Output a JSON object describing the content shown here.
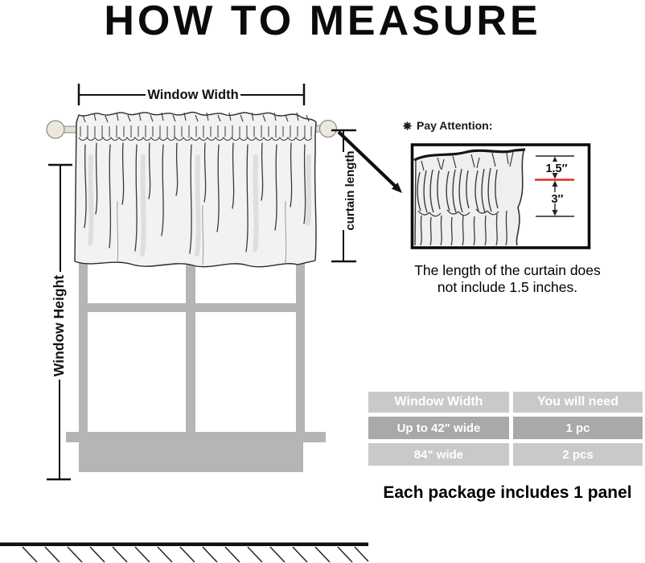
{
  "page": {
    "title": "HOW TO MEASURE"
  },
  "measurements": {
    "window_width_label": "Window Width",
    "window_height_label": "Window Height",
    "curtain_length_label": "curtain length"
  },
  "attention": {
    "icon": "star-asterisk",
    "label": "Pay Attention:",
    "upper_measure": "1.5″",
    "lower_measure": "3″",
    "caption_line1": "The length of the curtain does",
    "caption_line2": "not include 1.5 inches."
  },
  "sizing_table": {
    "col1_header": "Window Width",
    "col2_header": "You will need",
    "rows": [
      {
        "width": "Up to 42\" wide",
        "qty": "1 pc"
      },
      {
        "width": "84\" wide",
        "qty": "2 pcs"
      }
    ]
  },
  "footer": {
    "note": "Each package includes 1 panel"
  },
  "colors": {
    "frame_gray": "#b5b5b5",
    "table_light_gray": "#c9c9c9",
    "table_dark_gray": "#a9a9a9",
    "red_line": "#e8281e",
    "curtain_fill": "#f2f2f2",
    "finial_fill": "#ece9dc"
  }
}
